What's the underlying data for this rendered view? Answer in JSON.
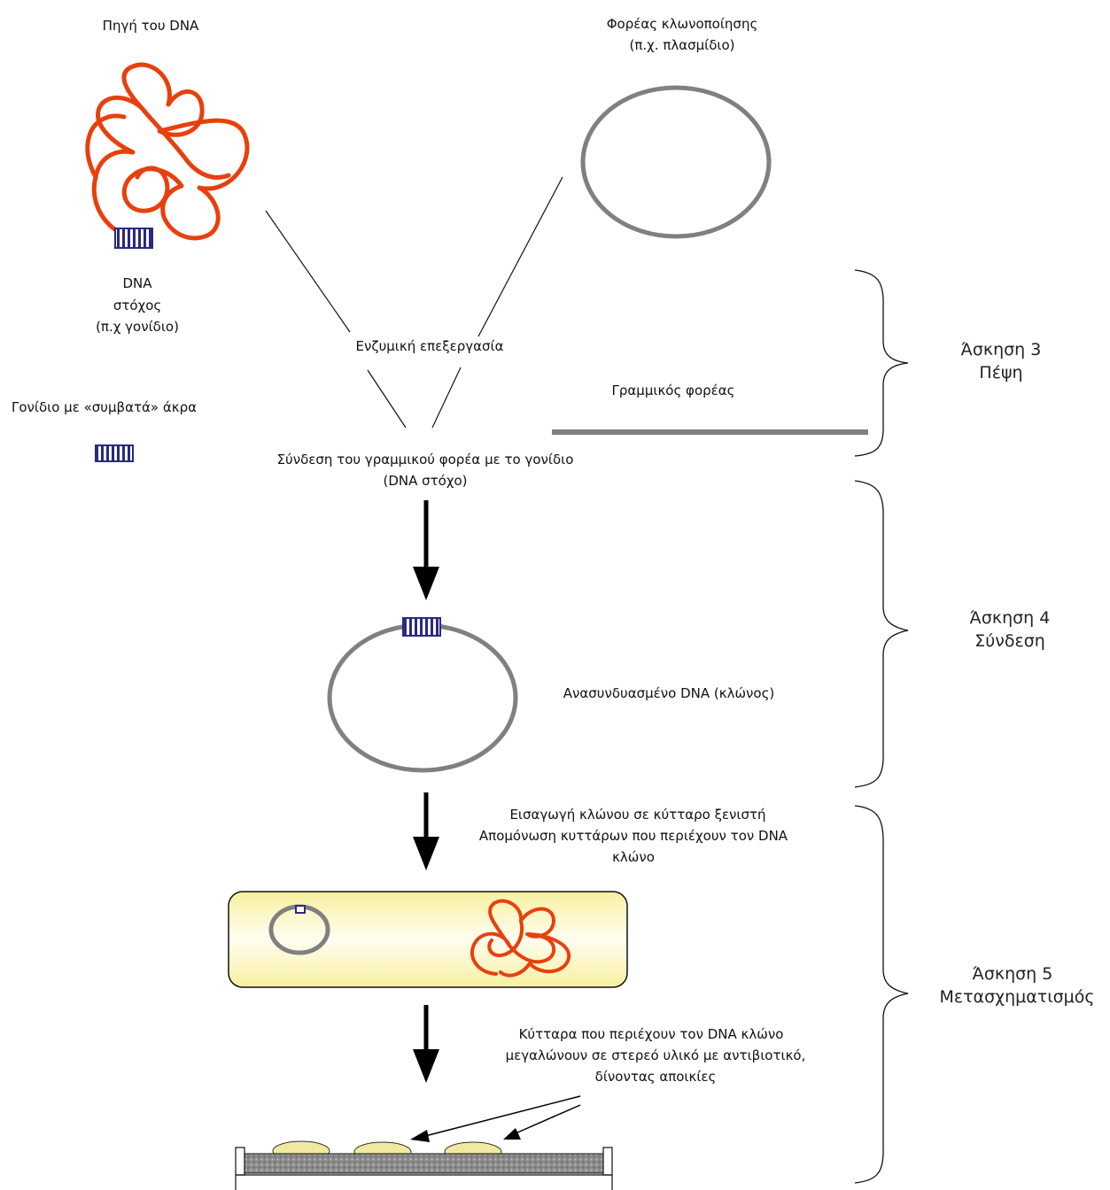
{
  "labels": {
    "dna_source": "Πηγή του DNA",
    "cloning_vector": "Φορέας κλωνοποίησης",
    "cloning_vector_example": "(π.χ. πλασμίδιο)",
    "target_dna_1": "DNA",
    "target_dna_2": "στόχος",
    "target_dna_3": "(π.χ γονίδιο)",
    "gene_sticky_ends": "Γονίδιο με «συμβατά» άκρα",
    "enzymatic_processing": "Ενζυμική επεξεργασία",
    "linear_vector": "Γραμμικός φορέας",
    "ligation_1": "Σύνδεση του γραμμικού φορέα με το γονίδιο",
    "ligation_2": "(DNA στόχο)",
    "recombinant_dna": "Ανασυνδυασμένο DNA  (κλώνος)",
    "insertion_1": "Εισαγωγή κλώνου σε κύτταρο ξενιστή",
    "insertion_2": "Απομόνωση κυττάρων που περιέχουν τον DNA",
    "insertion_3": "κλώνο",
    "colonies_1": "Κύτταρα που περιέχουν τον DNA κλώνο",
    "colonies_2": "μεγαλώνουν σε στερεό υλικό με αντιβιοτικό,",
    "colonies_3": "δίνοντας αποικίες"
  },
  "exercises": [
    {
      "title": "Άσκηση 3",
      "subtitle": "Πέψη"
    },
    {
      "title": "Άσκηση 4",
      "subtitle": "Σύνδεση"
    },
    {
      "title": "Άσκηση 5",
      "subtitle": "Μετασχηματισμός"
    }
  ],
  "colors": {
    "dna_strand": "#e8400c",
    "vector": "#808080",
    "gene_block": "#2a2a80",
    "cell_fill": "#f8f0a0",
    "agar": "#8a8a8a",
    "colony": "#f0eaa0"
  }
}
